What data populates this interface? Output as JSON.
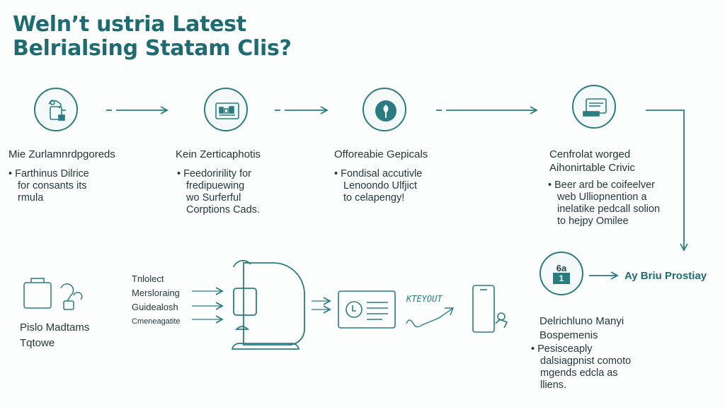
{
  "title": {
    "line1": "Weln’t ustria Latest",
    "line2": "Belrialsing Statam Clis?"
  },
  "steps": [
    {
      "title": "Mie Zurlamnrdpgoreds",
      "lines": [
        "• Farthinus Dilrice",
        "for consants its",
        "rmula"
      ]
    },
    {
      "title": "Kein Zerticaphotis",
      "lines": [
        "• Feedorirility for",
        "fredipuewing",
        "wo Surferful",
        "Corptions Cads."
      ]
    },
    {
      "title": "Offoreabie Gepicals",
      "lines": [
        "• Fondisal accutivle",
        "Lenoondo Ulfjict",
        "to celapengy!"
      ]
    },
    {
      "title": "Cenfrolat worged",
      "subtitle": "Aihonirtable Crivic",
      "lines": [
        "• Beer ard be coifeelver",
        "web Ulliopnention a",
        "inelatike pedcall solion",
        "to hejpy Omilee"
      ]
    }
  ],
  "bottom_left": {
    "line1": "Pislo Madtams",
    "line2": "Tqtowe"
  },
  "inputs": [
    "Tnlolect",
    "Mersloraing",
    "Guidealosh",
    "Cmeneagatite"
  ],
  "annotation": "KTEYOUT",
  "badge": {
    "top": "6a",
    "bottom": "1"
  },
  "result_label": "Ay Briu Prostiay",
  "bottom_right": {
    "title1": "Delrichluno Manyi",
    "title2": "Bospemenis",
    "lines": [
      "• Pesisceaply",
      "dalsiagpnist comoto",
      "mgends edcla as",
      "lliens."
    ]
  },
  "colors": {
    "accent": "#2b7c80",
    "title": "#1f6b72",
    "text": "#20363a"
  }
}
